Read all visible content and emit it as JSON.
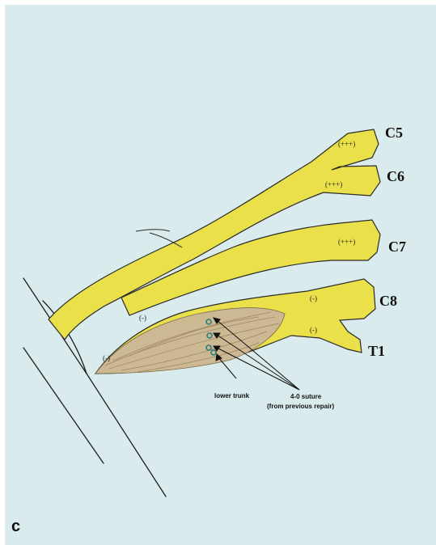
{
  "panel_label": "c",
  "roots": [
    {
      "id": "c5",
      "label": "C5",
      "grade": "(+++)"
    },
    {
      "id": "c6",
      "label": "C6",
      "grade": "(+++)"
    },
    {
      "id": "c7",
      "label": "C7",
      "grade": "(+++)"
    },
    {
      "id": "c8",
      "label": "C8",
      "grade": "(-)"
    },
    {
      "id": "t1",
      "label": "T1",
      "grade": "(-)"
    }
  ],
  "other_grades": {
    "lower_trunk_left": "(-)",
    "lower_trunk_distal": "(-)"
  },
  "annotations": {
    "lower_trunk": "lower trunk",
    "suture_line1": "4-0 suture",
    "suture_line2": "(from previous repair)"
  },
  "colors": {
    "background": "#d9ebec",
    "nerve": "#e9e04a",
    "outline": "#2b2b2b",
    "scar": "#cdb894",
    "suture": "#2e7f7a"
  }
}
